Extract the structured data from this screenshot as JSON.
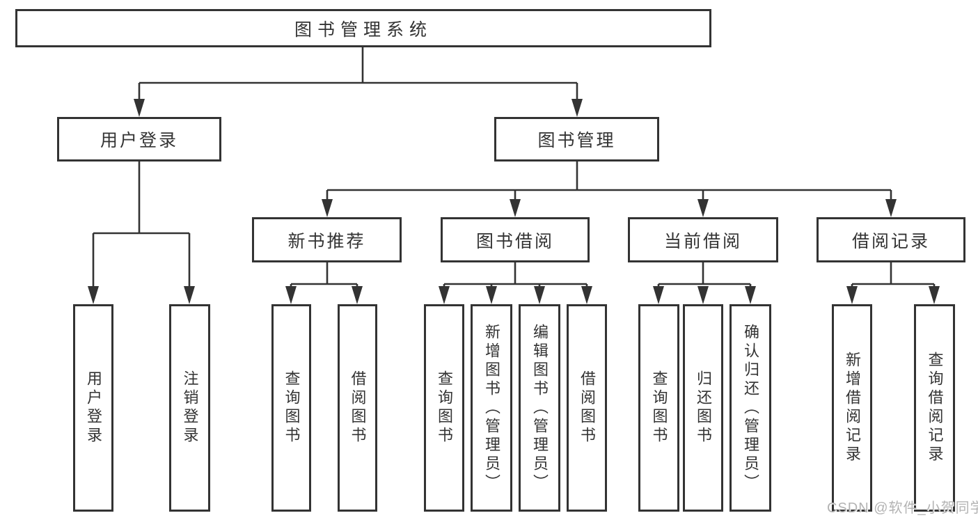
{
  "diagram": {
    "root": "图书管理系统",
    "level2": {
      "user_login": "用户登录",
      "book_mgmt": "图书管理"
    },
    "level3": {
      "new_book_rec": "新书推荐",
      "book_borrow": "图书借阅",
      "current_borrow": "当前借阅",
      "borrow_records": "借阅记录"
    },
    "leaves": {
      "login": "用户登录",
      "logout": "注销登录",
      "rec_query_books": "查询图书",
      "rec_borrow_books": "借阅图书",
      "bb_query_books": "查询图书",
      "bb_add_books": "新增图书（管理员）",
      "bb_edit_books": "编辑图书（管理员）",
      "bb_borrow_books": "借阅图书",
      "cb_query_books": "查询图书",
      "cb_return_books": "归还图书",
      "cb_confirm_return": "确认归还（管理员）",
      "br_add_record": "新增借阅记录",
      "br_query_record": "查询借阅记录"
    }
  },
  "watermark": "CSDN @软件_小贺同学",
  "colors": {
    "line": "#333333",
    "text": "#333333",
    "background": "#ffffff",
    "watermark": "#b3b3b3"
  }
}
